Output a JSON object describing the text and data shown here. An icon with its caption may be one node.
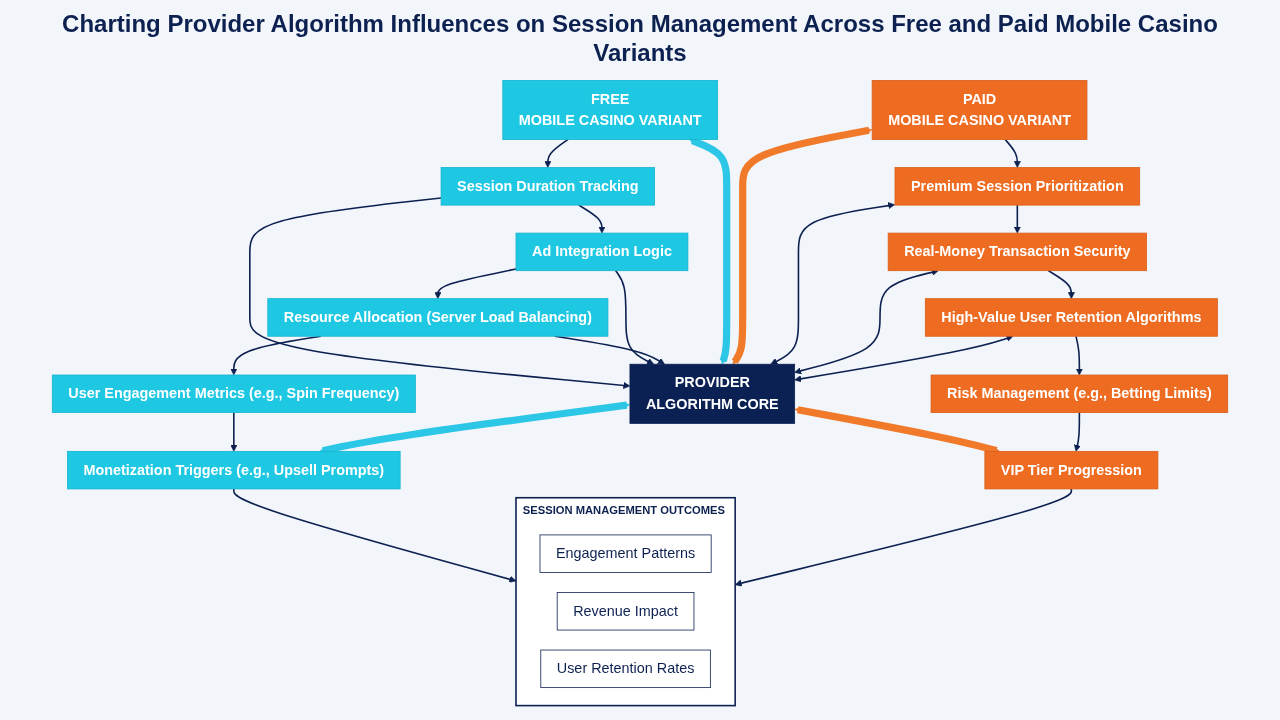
{
  "diagram": {
    "title": "Charting Provider Algorithm Influences on Session Management Across Free and Paid Mobile Casino Variants",
    "nodes": [
      {
        "text": [
          "FREE",
          "MOBILE CASINO VARIANT"
        ]
      },
      {
        "text": [
          "Session Duration Tracking"
        ]
      },
      {
        "text": [
          "Ad Integration Logic"
        ]
      },
      {
        "text": [
          "Resource Allocation (Server Load Balancing)"
        ]
      },
      {
        "text": [
          "User Engagement Metrics (e.g., Spin Frequency)"
        ]
      },
      {
        "text": [
          "Monetization Triggers (e.g., Upsell Prompts)"
        ]
      },
      {
        "text": [
          "PROVIDER",
          "ALGORITHM CORE"
        ]
      },
      {
        "text": [
          "PAID",
          "MOBILE CASINO VARIANT"
        ]
      },
      {
        "text": [
          "Premium Session Prioritization"
        ]
      },
      {
        "text": [
          "Real-Money Transaction Security"
        ]
      },
      {
        "text": [
          "High-Value User Retention Algorithms"
        ]
      },
      {
        "text": [
          "Risk Management (e.g., Betting Limits)"
        ]
      },
      {
        "text": [
          "VIP Tier Progression"
        ]
      },
      {
        "text": [
          "SESSION MANAGEMENT OUTCOMES"
        ]
      },
      {
        "text": [
          "Engagement Patterns"
        ],
        "in": 13
      },
      {
        "text": [
          "Revenue Impact"
        ],
        "in": 13
      },
      {
        "text": [
          "User Retention Rates"
        ],
        "in": 13
      }
    ],
    "edges": [
      {
        "from": 0,
        "to": 1,
        "arrow": "to"
      },
      {
        "from": 1,
        "to": 2,
        "arrow": "to"
      },
      {
        "from": 2,
        "to": 3,
        "arrow": "to"
      },
      {
        "from": 3,
        "to": 4,
        "arrow": "to"
      },
      {
        "from": 4,
        "to": 5,
        "arrow": "to"
      },
      {
        "from": 1,
        "to": 6,
        "arrow": "to"
      },
      {
        "from": 2,
        "to": 6,
        "arrow": "to"
      },
      {
        "from": 3,
        "to": 6,
        "arrow": "to"
      },
      {
        "from": 6,
        "to": 0,
        "arrow": "both",
        "style": "thick",
        "color": "#2cc6e6"
      },
      {
        "from": 6,
        "to": 5,
        "arrow": "both",
        "style": "thick",
        "color": "#2cc6e6"
      },
      {
        "from": 6,
        "to": 7,
        "arrow": "both",
        "style": "thick",
        "color": "#f07a2a"
      },
      {
        "from": 6,
        "to": 12,
        "arrow": "both",
        "style": "thick",
        "color": "#f07a2a"
      },
      {
        "from": 7,
        "to": 8,
        "arrow": "to"
      },
      {
        "from": 8,
        "to": 9,
        "arrow": "to"
      },
      {
        "from": 9,
        "to": 10,
        "arrow": "to"
      },
      {
        "from": 10,
        "to": 11,
        "arrow": "to"
      },
      {
        "from": 11,
        "to": 12,
        "arrow": "to"
      },
      {
        "from": 6,
        "to": 8,
        "arrow": "both"
      },
      {
        "from": 6,
        "to": 9,
        "arrow": "both"
      },
      {
        "from": 6,
        "to": 10,
        "arrow": "both"
      },
      {
        "from": 5,
        "to": 13,
        "arrow": "to"
      },
      {
        "from": 12,
        "to": 13,
        "arrow": "to"
      }
    ]
  }
}
